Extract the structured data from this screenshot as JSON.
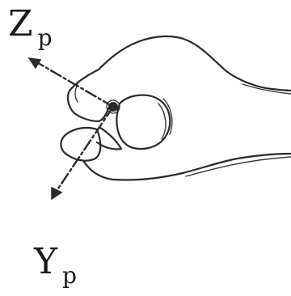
{
  "labels": {
    "z_axis": {
      "letter": "Z",
      "subscript": "p"
    },
    "y_axis": {
      "letter": "Y",
      "subscript": "p"
    }
  },
  "colors": {
    "ink": "#2a2a2a",
    "background": "#ffffff"
  },
  "icons": {
    "hand": "hand-sketch-icon",
    "axis_origin": "origin-dot-icon"
  }
}
